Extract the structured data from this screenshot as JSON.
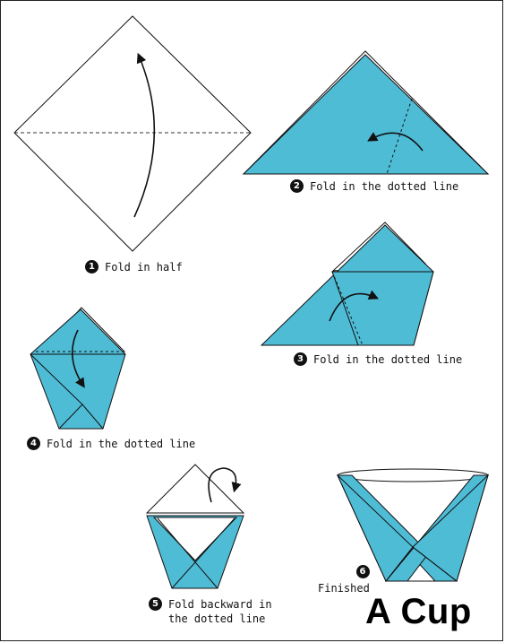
{
  "title": "A Cup",
  "colors": {
    "paper": "#4fbcd6",
    "line": "#1a1a1a"
  },
  "steps": [
    {
      "number": "1",
      "caption": "Fold in half"
    },
    {
      "number": "2",
      "caption": "Fold in the dotted line"
    },
    {
      "number": "3",
      "caption": "Fold in the dotted line"
    },
    {
      "number": "4",
      "caption": "Fold in the dotted line"
    },
    {
      "number": "5",
      "caption_line1": "Fold backward in",
      "caption_line2": "the dotted line"
    },
    {
      "number": "6",
      "caption": "Finished"
    }
  ]
}
